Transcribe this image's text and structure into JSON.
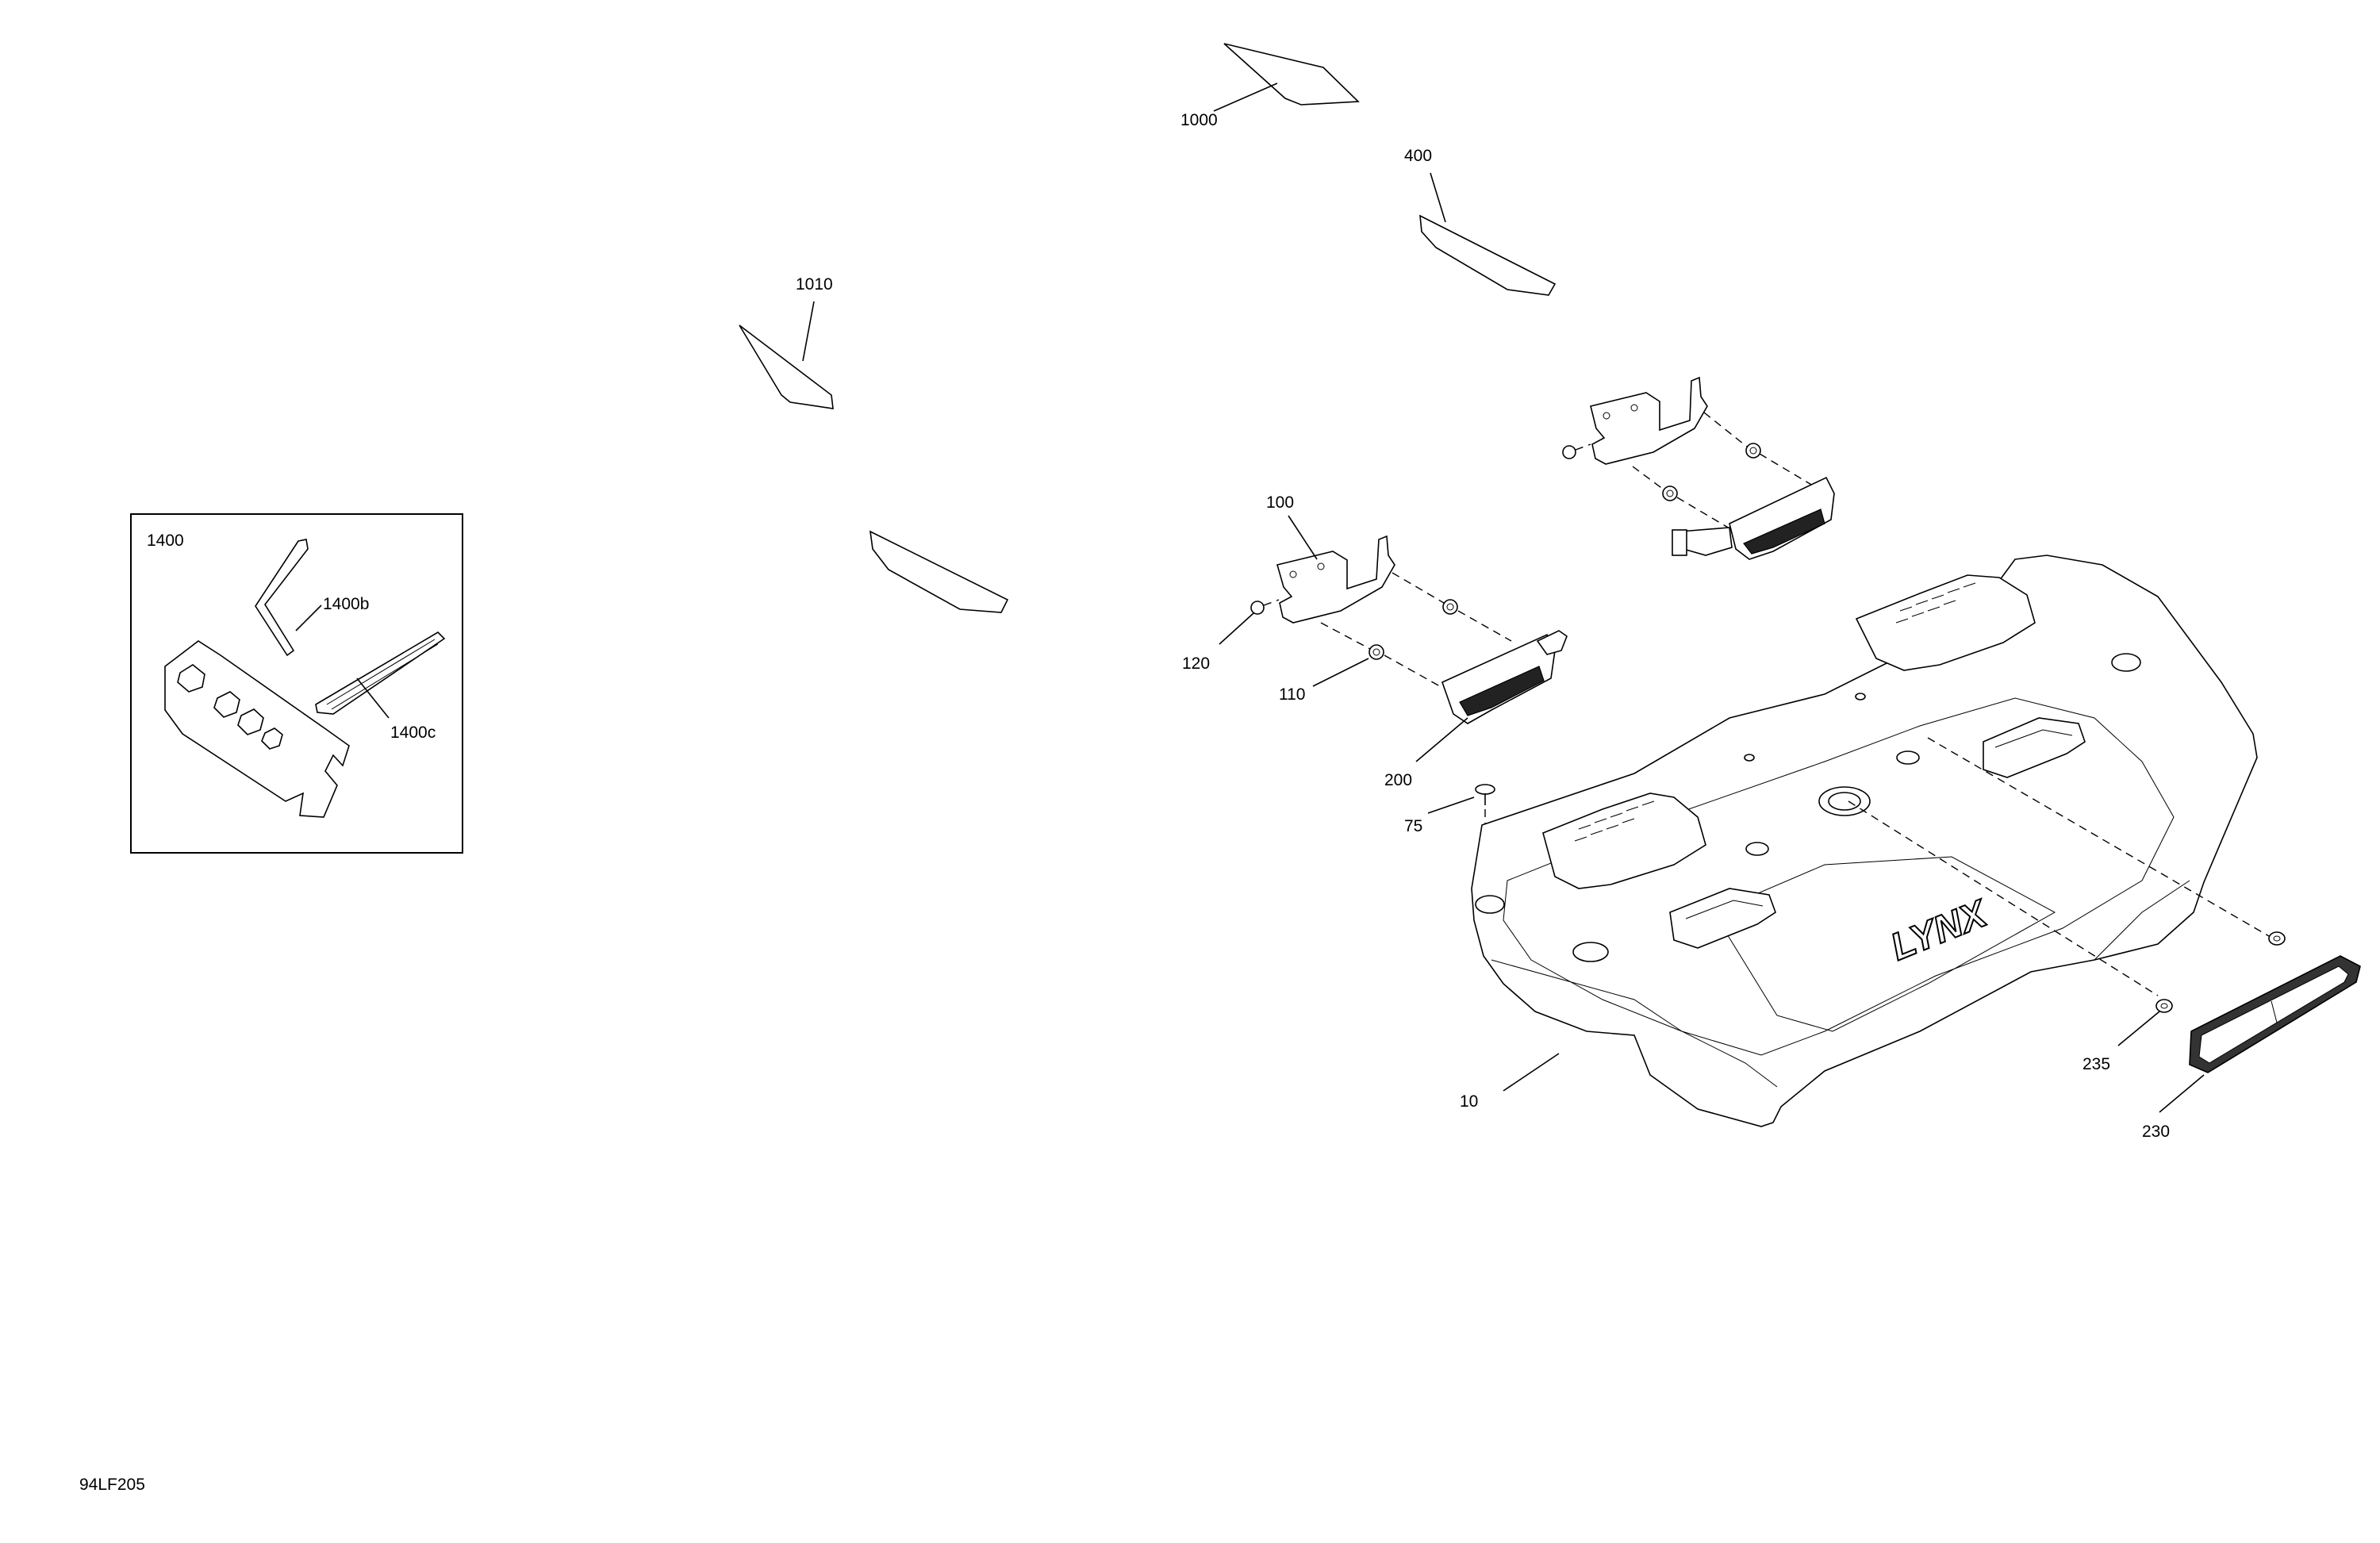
{
  "drawing_id": "94LF205",
  "callouts": {
    "c10": "10",
    "c75": "75",
    "c100": "100",
    "c110": "110",
    "c120": "120",
    "c200": "200",
    "c230": "230",
    "c235": "235",
    "c400": "400",
    "c1000": "1000",
    "c1010": "1010",
    "c1400": "1400",
    "c1400b": "1400b",
    "c1400c": "1400c"
  },
  "emblem_text": "LYNX"
}
